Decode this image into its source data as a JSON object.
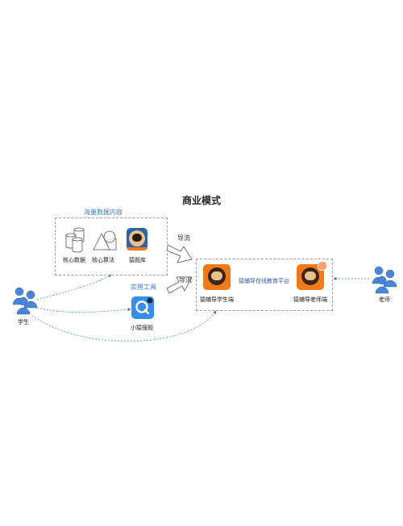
{
  "diagram": {
    "title": "商业模式",
    "content_group_label": "海量数据内容",
    "tools_group_label": "实用工具",
    "nodes": {
      "core_data": "核心数据",
      "core_algorithm": "核心算法",
      "question_bank": "猿题库",
      "search_app": "小猿搜题",
      "platform": "猿辅导在线教育平台",
      "student_app": "猿辅导学生端",
      "teacher_app": "猿辅导老师端",
      "student": "学生",
      "teacher": "老师"
    },
    "flow_label_1": "导流",
    "flow_label_2": "导流",
    "colors": {
      "accent_blue": "#3a78c6",
      "orange": "#f07a1a",
      "people_blue": "#4a86d8",
      "dark_blue": "#2b5fb0"
    }
  }
}
